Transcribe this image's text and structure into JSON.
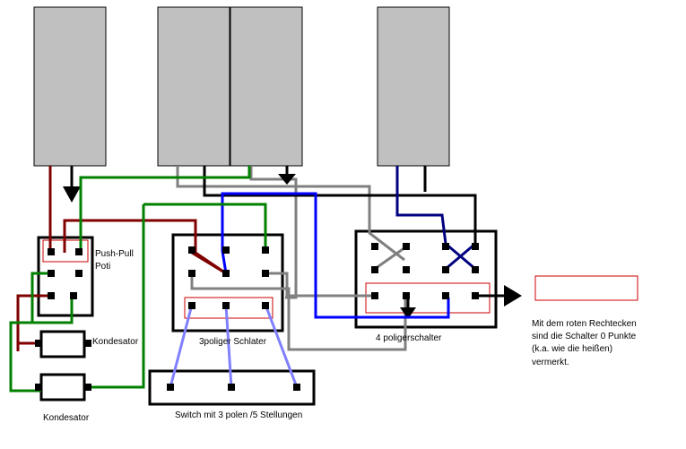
{
  "colors": {
    "pickup": "#c0c0c0",
    "red_wire": "#800000",
    "green_wire": "#008000",
    "gray_wire": "#808080",
    "black_wire": "#000000",
    "blue_wire": "#0000ff",
    "navy_wire": "#000080",
    "lavender_wire": "#8080ff",
    "zero_marker": "#cc0000"
  },
  "labels": {
    "push_pull_1": "Push-Pull",
    "push_pull_2": "Poti",
    "kondensator_top": "Kondesator",
    "kondensator_bottom": "Kondesator",
    "three_pole": "3poliger Schlater",
    "four_pole": "4 poligerschalter",
    "switch_bottom": "Switch mit 3 polen /5 Stellungen",
    "note_1": "Mit dem roten Rechtecken",
    "note_2": "sind die Schalter 0 Punkte",
    "note_3": "(k.a. wie die heißen)",
    "note_4": "vermerkt."
  }
}
